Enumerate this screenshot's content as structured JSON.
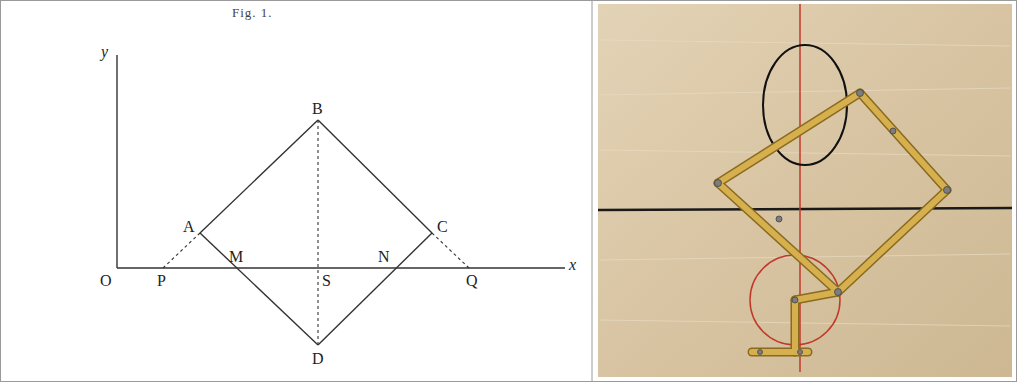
{
  "diagram": {
    "caption": "Fig. 1.",
    "labels": [
      "y",
      "x",
      "O",
      "P",
      "A",
      "M",
      "B",
      "S",
      "N",
      "C",
      "Q",
      "D"
    ]
  }
}
